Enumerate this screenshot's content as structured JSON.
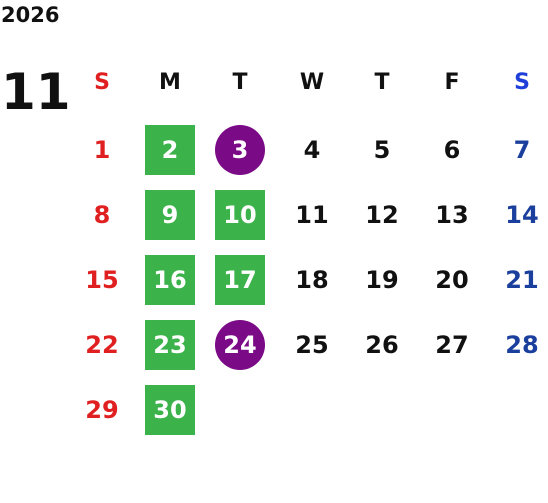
{
  "year": "2026",
  "month": "11",
  "weekdays": [
    {
      "label": "S",
      "color": "#e02020"
    },
    {
      "label": "M",
      "color": "#111111"
    },
    {
      "label": "T",
      "color": "#111111"
    },
    {
      "label": "W",
      "color": "#111111"
    },
    {
      "label": "T",
      "color": "#111111"
    },
    {
      "label": "F",
      "color": "#111111"
    },
    {
      "label": "S",
      "color": "#1e3fd8"
    }
  ],
  "days": [
    {
      "day": "1",
      "style": "sun"
    },
    {
      "day": "2",
      "style": "green"
    },
    {
      "day": "3",
      "style": "purple"
    },
    {
      "day": "4",
      "style": "normal"
    },
    {
      "day": "5",
      "style": "normal"
    },
    {
      "day": "6",
      "style": "normal"
    },
    {
      "day": "7",
      "style": "sat"
    },
    {
      "day": "8",
      "style": "sun"
    },
    {
      "day": "9",
      "style": "green"
    },
    {
      "day": "10",
      "style": "green"
    },
    {
      "day": "11",
      "style": "normal"
    },
    {
      "day": "12",
      "style": "normal"
    },
    {
      "day": "13",
      "style": "normal"
    },
    {
      "day": "14",
      "style": "sat"
    },
    {
      "day": "15",
      "style": "sun"
    },
    {
      "day": "16",
      "style": "green"
    },
    {
      "day": "17",
      "style": "green"
    },
    {
      "day": "18",
      "style": "normal"
    },
    {
      "day": "19",
      "style": "normal"
    },
    {
      "day": "20",
      "style": "normal"
    },
    {
      "day": "21",
      "style": "sat"
    },
    {
      "day": "22",
      "style": "sun"
    },
    {
      "day": "23",
      "style": "green"
    },
    {
      "day": "24",
      "style": "purple"
    },
    {
      "day": "25",
      "style": "normal"
    },
    {
      "day": "26",
      "style": "normal"
    },
    {
      "day": "27",
      "style": "normal"
    },
    {
      "day": "28",
      "style": "sat"
    },
    {
      "day": "29",
      "style": "sun"
    },
    {
      "day": "30",
      "style": "green"
    }
  ],
  "colors": {
    "sunday": "#e02020",
    "saturday_day": "#1b3f9c",
    "saturday_header": "#1e3fd8",
    "highlight_green": "#3bb34a",
    "highlight_purple": "#7b0a86"
  }
}
